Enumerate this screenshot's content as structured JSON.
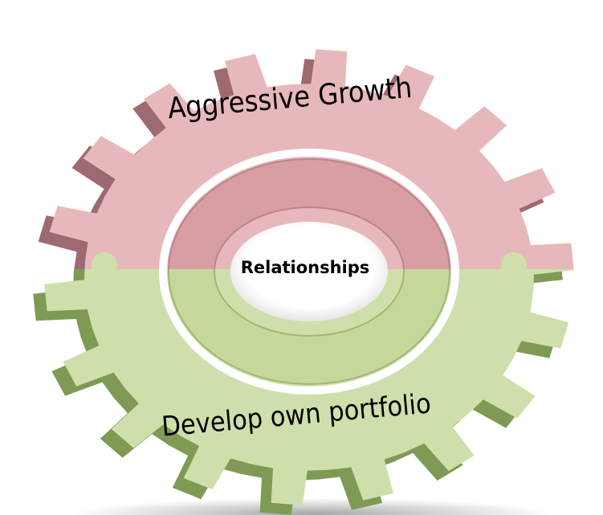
{
  "diagram": {
    "top_label": "Aggressive Growth",
    "bottom_label": "Develop own portfolio",
    "center_label": "Relationships",
    "colors": {
      "top_gear": "#e7b8bb",
      "top_gear_shadow": "#9e6a72",
      "top_inner_ring": "#d99ea3",
      "bottom_gear": "#cfdfab",
      "bottom_gear_shadow": "#7f9a55",
      "bottom_inner_ring": "#c5d89c",
      "hole": "#ffffff"
    }
  }
}
